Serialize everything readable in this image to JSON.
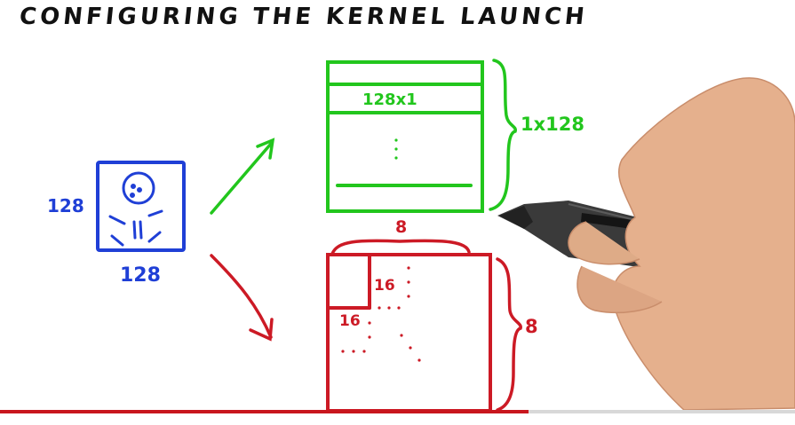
{
  "title": "CONFIGURING THE KERNEL LAUNCH",
  "image_block": {
    "height_label": "128",
    "width_label": "128"
  },
  "green_grid": {
    "row_label": "128x1",
    "side_label": "1x128",
    "color": "#22c61d"
  },
  "red_grid": {
    "top_label": "8",
    "side_label": "8",
    "block_label_top": "16",
    "block_label_side": "16",
    "color": "#cc1a25"
  },
  "colors": {
    "ink": "#111111",
    "blue": "#1f3fd6",
    "green": "#22c61d",
    "red": "#cc1a25"
  },
  "video_progress": {
    "played_fraction": 0.665
  }
}
